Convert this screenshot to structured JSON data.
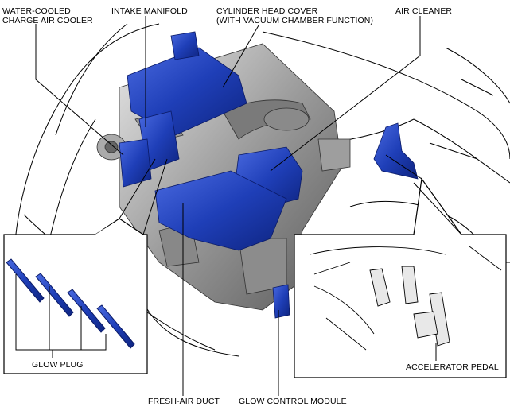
{
  "labels": {
    "water_cooled_line1": "WATER-COOLED",
    "water_cooled_line2": "CHARGE AIR COOLER",
    "intake_manifold": "INTAKE MANIFOLD",
    "cylinder_head_line1": "CYLINDER HEAD COVER",
    "cylinder_head_line2": "(WITH VACUUM CHAMBER FUNCTION)",
    "air_cleaner": "AIR CLEANER",
    "glow_plug": "GLOW PLUG",
    "fresh_air_duct": "FRESH-AIR DUCT",
    "glow_control_module": "GLOW CONTROL MODULE",
    "accelerator_pedal": "ACCELERATOR PEDAL"
  },
  "colors": {
    "highlight_blue": "#1f3fb8",
    "engine_gray": "#b8b8b8",
    "outline": "#000000"
  }
}
